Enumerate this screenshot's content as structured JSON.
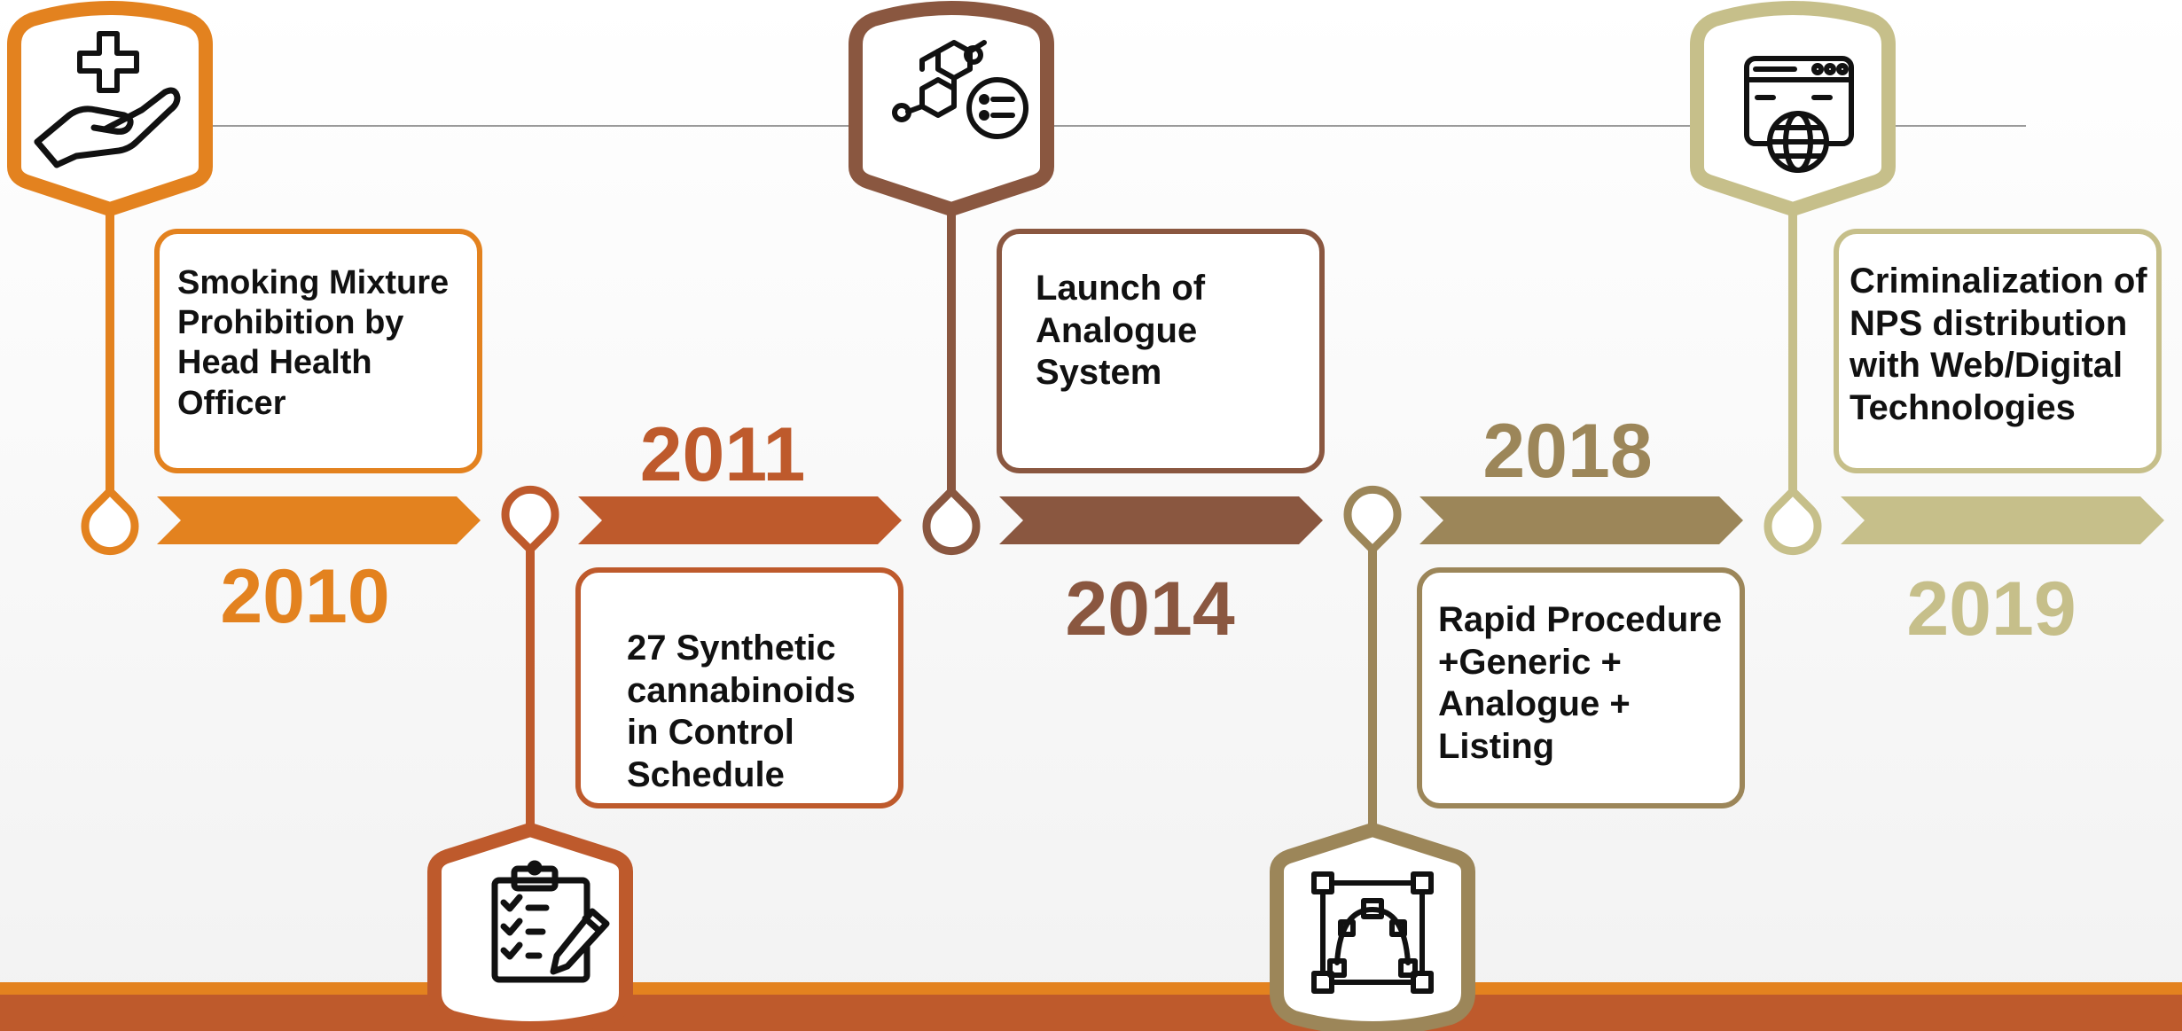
{
  "colors": {
    "orange": "#E3821F",
    "rust": "#BE5A2C",
    "brown": "#8A5740",
    "olive": "#9C8659",
    "khaki": "#C6BF8A",
    "bottom_band": "#BE5A2C",
    "bottom_stripe": "#E3821F",
    "top_line": "#9a9a9a"
  },
  "timeline": [
    {
      "year": "2010",
      "text": "Smoking Mixture Prohibition by Head Health Officer",
      "icon": "hand-medical-cross-icon",
      "color": "orange"
    },
    {
      "year": "2011",
      "text": "27 Synthetic cannabinoids in Control Schedule",
      "icon": "clipboard-checklist-icon",
      "color": "rust"
    },
    {
      "year": "2014",
      "text": "Launch of Analogue System",
      "icon": "molecule-structure-icon",
      "color": "brown"
    },
    {
      "year": "2018",
      "text": "Rapid Procedure +Generic + Analogue + Listing",
      "icon": "bezier-curve-icon",
      "color": "olive"
    },
    {
      "year": "2019",
      "text": "Criminalization of NPS distribution with Web/Digital Technologies",
      "icon": "web-globe-icon",
      "color": "khaki"
    }
  ]
}
